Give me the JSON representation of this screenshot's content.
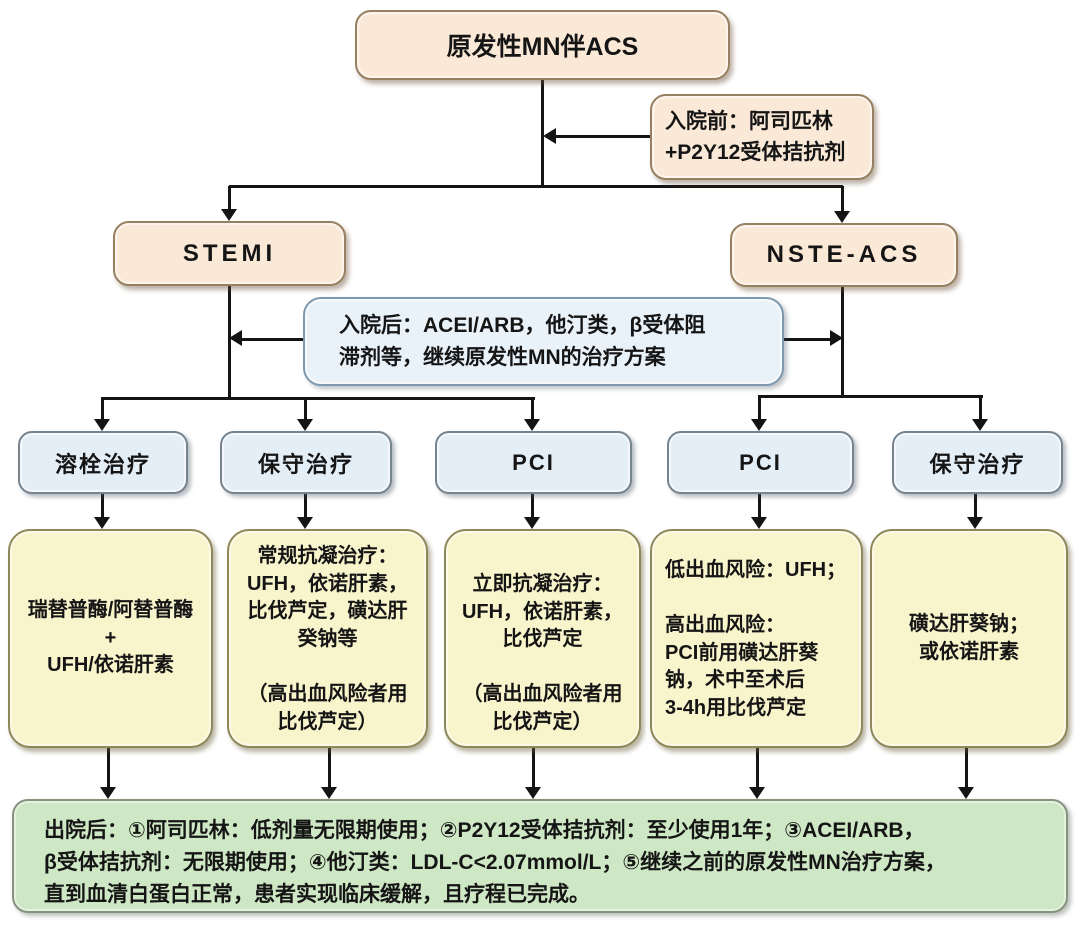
{
  "colors": {
    "peach_fill": "#fbe9d8",
    "peach_border": "#97805f",
    "blue_fill": "#e4eef7",
    "blue_border": "#76848f",
    "post_fill": "#e9f2f9",
    "post_border": "#7e98ad",
    "yellow_fill": "#f8f4cc",
    "yellow_border": "#8d8759",
    "green_fill": "#cee7c4",
    "green_border": "#87937f",
    "line": "#141414",
    "text": "#151515"
  },
  "nodes": {
    "root": {
      "label": "原发性MN伴ACS"
    },
    "pre_admission": {
      "lines": [
        "入院前：阿司匹林",
        "+P2Y12受体拮抗剂"
      ]
    },
    "stemi": {
      "label": "STEMI"
    },
    "nste_acs": {
      "label": "NSTE-ACS"
    },
    "post_admission": {
      "lines": [
        "入院后：ACEI/ARB，他汀类，β受体阻",
        "滞剂等，继续原发性MN的治疗方案"
      ]
    }
  },
  "strategies": [
    {
      "label": "溶栓治疗",
      "detail": [
        "瑞替普酶/阿替普酶",
        "+",
        "UFH/依诺肝素"
      ]
    },
    {
      "label": "保守治疗",
      "detail": [
        "常规抗凝治疗：",
        "UFH，依诺肝素，",
        "比伐芦定，磺达肝",
        "癸钠等",
        "",
        "（高出血风险者用",
        "比伐芦定）"
      ]
    },
    {
      "label": "PCI",
      "detail": [
        "立即抗凝治疗：",
        "UFH，依诺肝素，",
        "比伐芦定",
        "",
        "（高出血风险者用",
        "比伐芦定）"
      ]
    },
    {
      "label": "PCI",
      "detail": [
        "低出血风险：UFH；",
        "",
        "高出血风险：",
        "PCI前用磺达肝葵",
        "钠，术中至术后",
        "3-4h用比伐芦定"
      ]
    },
    {
      "label": "保守治疗",
      "detail": [
        "磺达肝葵钠；",
        "或依诺肝素"
      ]
    }
  ],
  "discharge": {
    "lines": [
      "出院后：①阿司匹林：低剂量无限期使用；②P2Y12受体拮抗剂：至少使用1年；③ACEI/ARB，",
      "β受体拮抗剂：无限期使用；④他汀类：LDL-C<2.07mmol/L；⑤继续之前的原发性MN治疗方案，",
      "直到血清白蛋白正常，患者实现临床缓解，且疗程已完成。"
    ]
  }
}
